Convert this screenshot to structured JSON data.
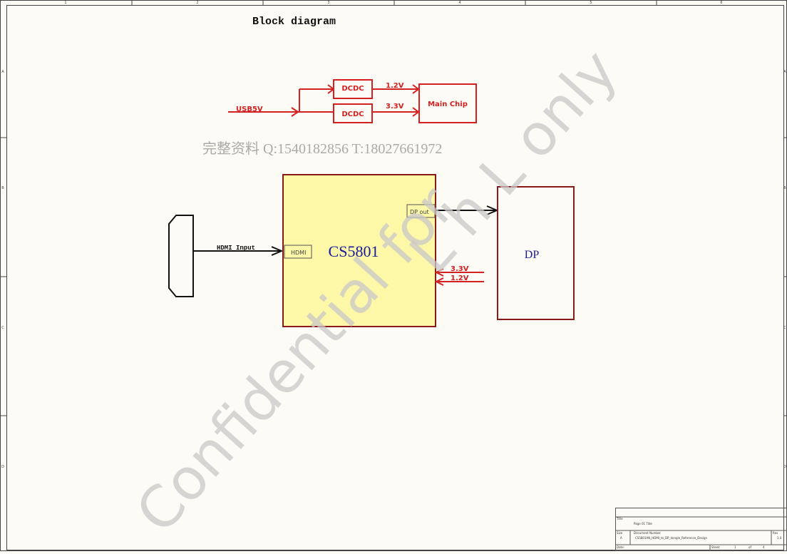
{
  "title": "Block diagram",
  "frame": {
    "columns": [
      "1",
      "2",
      "3",
      "4",
      "5",
      "6"
    ],
    "rows": [
      "A",
      "B",
      "C",
      "D"
    ]
  },
  "power": {
    "input_label": "USB5V",
    "dcdc_top_label": "DCDC",
    "dcdc_bottom_label": "DCDC",
    "rail_top_label": "1.2V",
    "rail_bottom_label": "3.3V",
    "main_chip_label": "Main Chip"
  },
  "contact_watermark": "完整资料 Q:1540182856 T:18027661972",
  "main": {
    "chip_label": "CS5801",
    "hdmi_pin_label": "HDMI",
    "dp_out_pin_label": "DP out",
    "hdmi_input_label": "HDMI Input",
    "dp_label": "DP",
    "supply_3v3_label": "3.3V",
    "supply_1v2_label": "1.2V"
  },
  "diagonal_watermark": "Confidential for",
  "diagonal_watermark_tail": "L h L only",
  "title_block": {
    "title_caption": "Title",
    "title_value": "Page 01 Title",
    "size_caption": "Size",
    "size_value": "A",
    "doc_caption": "Document Number",
    "doc_value": "CS5801AN_HDMI_to_DP_dongle_Reference_Design",
    "rev_caption": "Rev",
    "rev_value": "1.0",
    "date_caption": "Date:",
    "sheet_caption": "Sheet",
    "sheet_value": "1",
    "of_caption": "of",
    "of_value": "4"
  },
  "colors": {
    "power_red": "#d42020",
    "block_border": "#8a1a1a",
    "chip_fill": "#fdf7a8",
    "chip_text": "#1a1a9a",
    "frame": "#444444",
    "watermark": "#c8c8c8"
  }
}
